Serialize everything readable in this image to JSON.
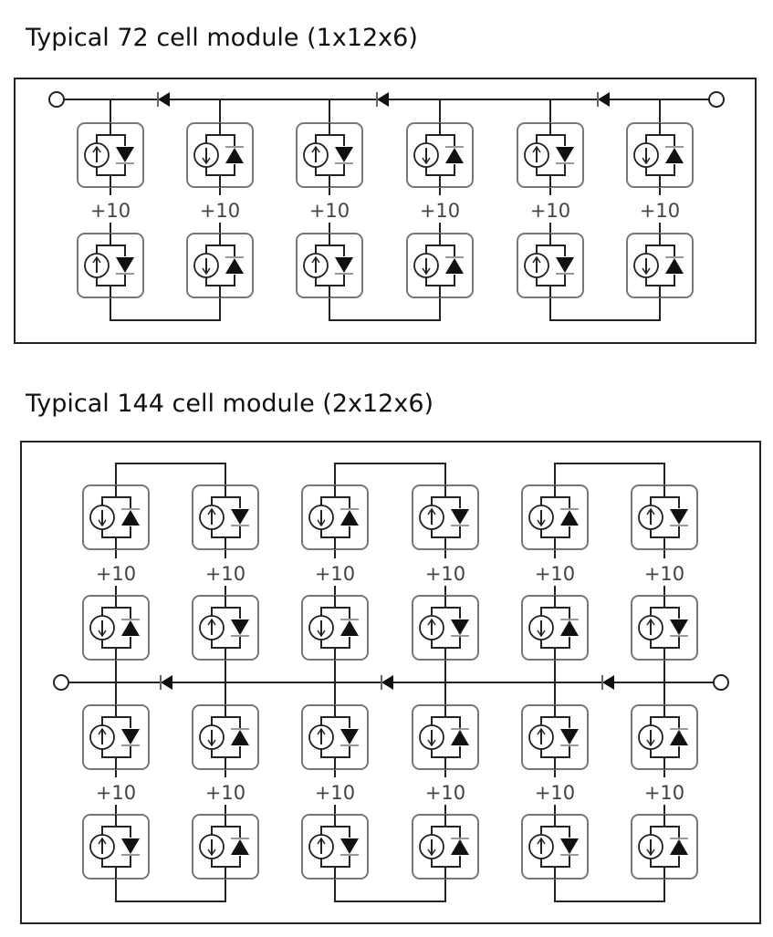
{
  "diagrams": [
    {
      "title": "Typical 72 cell module (1x12x6)",
      "cell_label": "+10",
      "rows": [
        [
          "up",
          "down",
          "up",
          "down",
          "up",
          "down"
        ],
        [
          "up",
          "down",
          "up",
          "down",
          "up",
          "down"
        ]
      ]
    },
    {
      "title": "Typical 144 cell module (2x12x6)",
      "cell_label": "+10",
      "rows": [
        [
          "down",
          "up",
          "down",
          "up",
          "down",
          "up"
        ],
        [
          "down",
          "up",
          "down",
          "up",
          "down",
          "up"
        ],
        [
          "up",
          "down",
          "up",
          "down",
          "up",
          "down"
        ],
        [
          "up",
          "down",
          "up",
          "down",
          "up",
          "down"
        ]
      ]
    }
  ],
  "colors": {
    "line": "#222222",
    "cell_border": "#777777",
    "label": "#444444"
  }
}
